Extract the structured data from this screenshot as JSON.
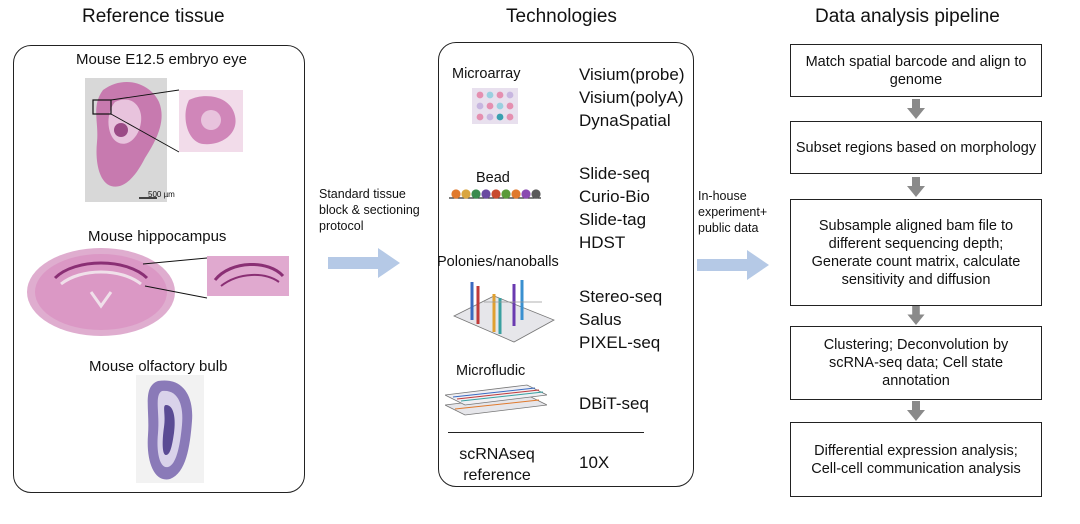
{
  "columns": {
    "reference_title": "Reference tissue",
    "technologies_title": "Technologies",
    "pipeline_title": "Data analysis pipeline"
  },
  "tissues": [
    {
      "label": "Mouse E12.5 embryo eye",
      "scale_bar": "500 µm"
    },
    {
      "label": "Mouse hippocampus"
    },
    {
      "label": "Mouse olfactory bulb"
    }
  ],
  "flow_labels": {
    "protocol": "Standard tissue block & sectioning protocol",
    "data": "In-house experiment+ public data"
  },
  "technologies": [
    {
      "category": "Microarray",
      "items": [
        "Visium(probe)",
        "Visium(polyA)",
        "DynaSpatial"
      ]
    },
    {
      "category": "Bead",
      "items": [
        "Slide-seq",
        "Curio-Bio",
        "Slide-tag",
        "HDST"
      ]
    },
    {
      "category": "Polonies/nanoballs",
      "items": [
        "Stereo-seq",
        "Salus",
        "PIXEL-seq"
      ]
    },
    {
      "category": "Microfludic",
      "items": [
        "DBiT-seq"
      ]
    }
  ],
  "reference": {
    "label_line1": "scRNAseq",
    "label_line2": "reference",
    "item": "10X"
  },
  "pipeline_steps": [
    "Match spatial barcode and align to genome",
    "Subset regions based on morphology",
    "Subsample aligned bam file to different sequencing depth; Generate count matrix, calculate sensitivity and diffusion",
    "Clustering; Deconvolution by scRNA-seq data; Cell state annotation",
    "Differential expression analysis; Cell-cell communication analysis"
  ],
  "colors": {
    "tissue_pink": "#c46aa8",
    "tissue_light": "#e8c3dd",
    "bulb_purple": "#6a5aa0",
    "flow_arrow": "#b5c9e6",
    "down_arrow": "#8a8a8a"
  }
}
